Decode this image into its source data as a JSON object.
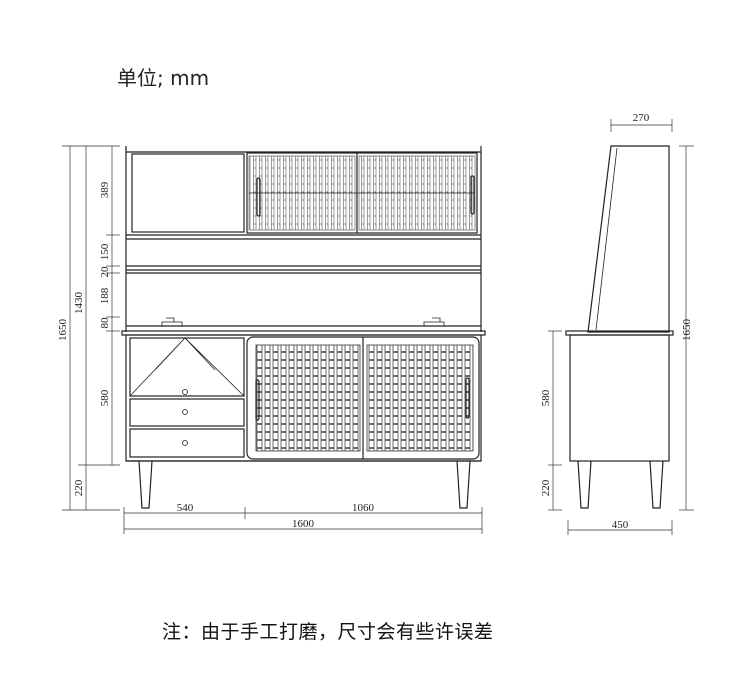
{
  "unit_label": "单位; mm",
  "note": "注：由于手工打磨，尺寸会有些许误差",
  "front_dimensions": {
    "total_height": "1650",
    "upper_height": "1430",
    "top_section": "389",
    "shelf_gap": "150",
    "shelf_board": "20",
    "flap_section": "188",
    "counter": "80",
    "cabinet": "580",
    "legs": "220",
    "left_width": "540",
    "right_width": "1060",
    "total_width": "1600"
  },
  "side_dimensions": {
    "top_depth": "270",
    "total_height": "1650",
    "cabinet": "580",
    "legs": "220",
    "bottom_depth": "450"
  }
}
